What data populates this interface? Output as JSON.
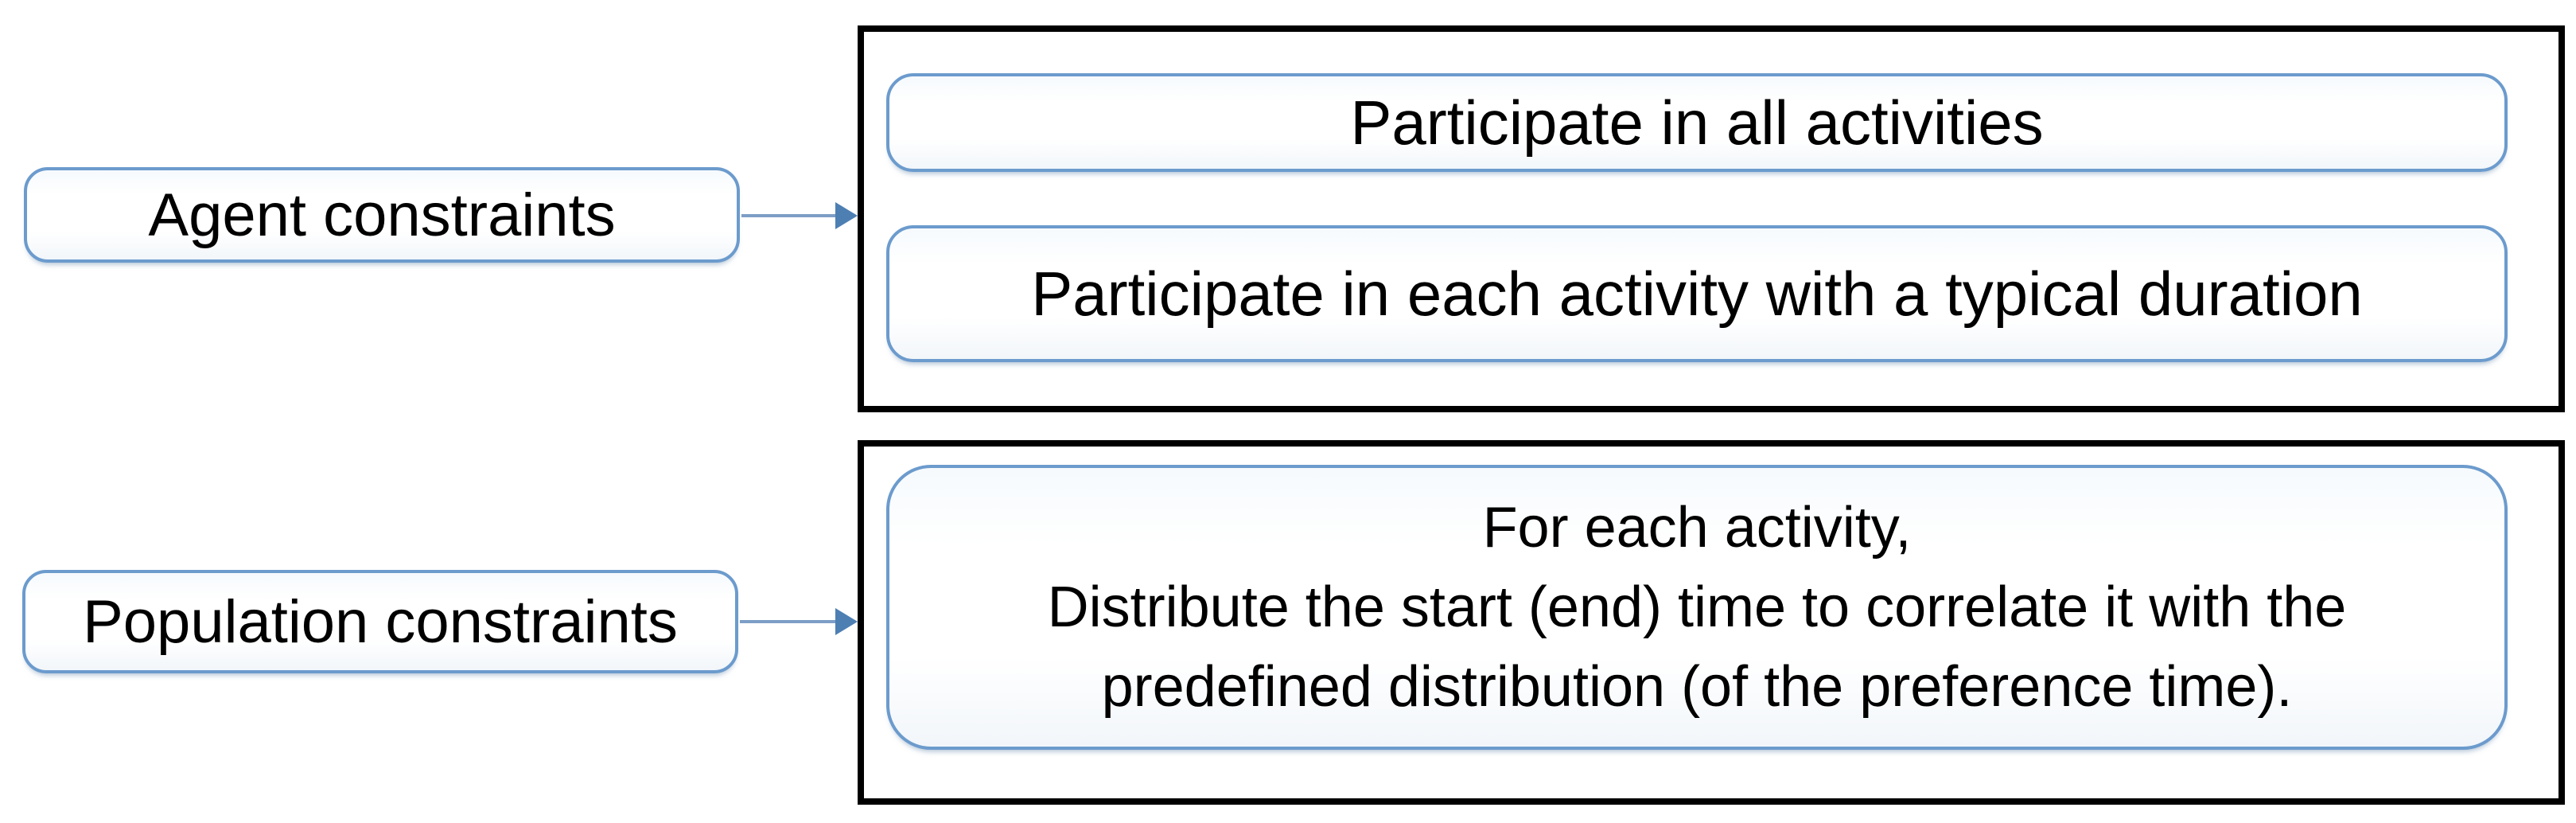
{
  "diagram": {
    "left_nodes": [
      {
        "label": "Agent constraints"
      },
      {
        "label": "Population constraints"
      }
    ],
    "agent_group": {
      "boxes": [
        {
          "text": "Participate in all activities"
        },
        {
          "text": "Participate in each activity with a typical duration"
        }
      ]
    },
    "population_group": {
      "lines": [
        "For each activity,",
        "Distribute the start (end) time to correlate it with the",
        "predefined distribution (of the preference time)."
      ]
    },
    "colors": {
      "node_border": "#6c9bcd",
      "arrow_line": "#7d9ec6",
      "arrow_head": "#4d7fb3",
      "container_border": "#000000",
      "text_color": "#000000"
    }
  }
}
